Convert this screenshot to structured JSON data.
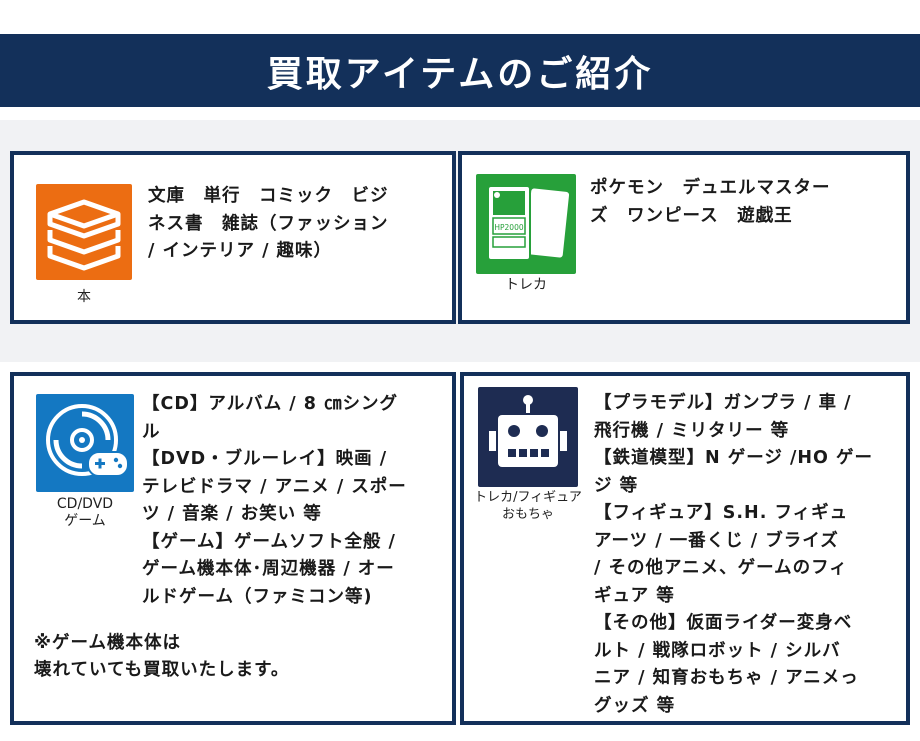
{
  "header": {
    "title": "買取アイテムのご紹介"
  },
  "cards": {
    "book": {
      "label": "本",
      "icon": "book-stack-icon",
      "lines": [
        "文庫　単行　コミック　ビジ",
        "ネス書　雑誌（ファッション",
        "/ インテリア / 趣味）"
      ]
    },
    "trading_card": {
      "label": "トレカ",
      "icon": "trading-card-icon",
      "card_text": "HP2000",
      "lines": [
        "ポケモン　デュエルマスター",
        "ズ　ワンピース　遊戯王"
      ]
    },
    "media_game": {
      "label": "CD/DVD\nゲーム",
      "icon": "disc-gamepad-icon",
      "lines": [
        "【CD】アルバム / 8 ㎝シング",
        "ル",
        "【DVD・ブルーレイ】映画 /",
        "テレビドラマ / アニメ / スポー",
        "ツ / 音楽 / お笑い 等",
        "【ゲーム】ゲームソフト全般 /",
        "ゲーム機本体･周辺機器 / オー",
        "ルドゲーム（ファミコン等)"
      ],
      "note_lines": [
        "※ゲーム機本体は",
        "壊れていても買取いたします。"
      ]
    },
    "toy": {
      "label": "トレカ/フィギュア\nおもちゃ",
      "icon": "robot-icon",
      "lines": [
        "【プラモデル】ガンプラ / 車 /",
        "飛行機 / ミリタリー 等",
        "【鉄道模型】N ゲージ /HO ゲー",
        "ジ 等",
        "【フィギュア】S.H. フィギュ",
        "アーツ / 一番くじ / ブライズ",
        "/ その他アニメ、ゲームのフィ",
        "ギュア 等",
        "【その他】仮面ライダー変身ベ",
        "ルト / 戦隊ロボット / シルバ",
        "ニア / 知育おもちゃ / アニメっ",
        "グッズ 等"
      ]
    }
  },
  "colors": {
    "navy": "#13305a",
    "orange": "#ec6d12",
    "green": "#27a03a",
    "blue": "#1478c2",
    "dark_navy": "#1e2c52"
  }
}
